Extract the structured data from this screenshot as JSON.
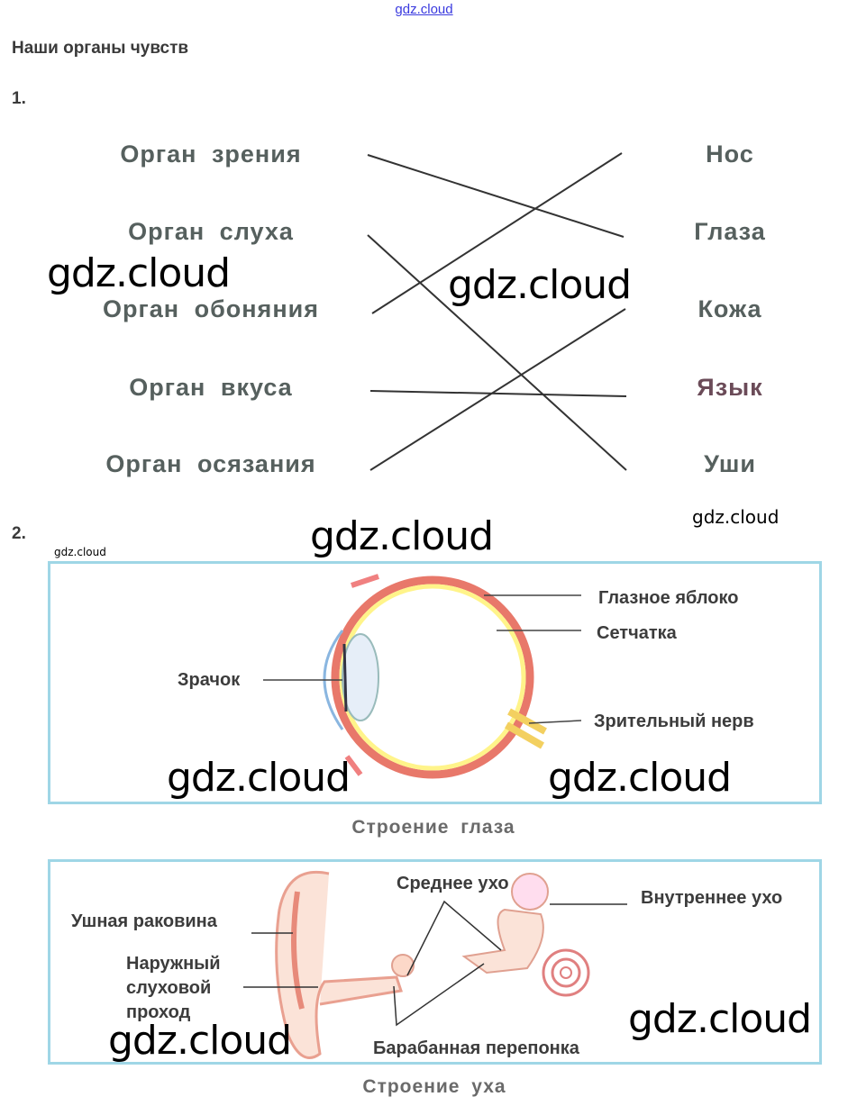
{
  "header": {
    "link": "gdz.cloud",
    "title": "Наши органы чувств"
  },
  "task1": {
    "number": "1.",
    "left": [
      "Орган зрения",
      "Орган слуха",
      "Орган обоняния",
      "Орган вкуса",
      "Орган осязания"
    ],
    "right": [
      "Нос",
      "Глаза",
      "Кожа",
      "Язык",
      "Уши"
    ],
    "matches": [
      [
        "Орган зрения",
        "Глаза"
      ],
      [
        "Орган слуха",
        "Уши"
      ],
      [
        "Орган обоняния",
        "Нос"
      ],
      [
        "Орган вкуса",
        "Язык"
      ],
      [
        "Орган осязания",
        "Кожа"
      ]
    ]
  },
  "task2": {
    "number": "2.",
    "eye": {
      "labels": [
        "Глазное яблоко",
        "Сетчатка",
        "Зрачок",
        "Зрительный нерв"
      ],
      "caption": "Строение глаза"
    },
    "ear": {
      "labels": [
        "Ушная раковина",
        "Наружный",
        "слуховой",
        "проход",
        "Среднее ухо",
        "Внутреннее ухо",
        "Барабанная перепонка"
      ],
      "caption": "Строение уха"
    }
  },
  "watermark": "gdz.cloud",
  "colors": {
    "frame": "#9fd6e6",
    "label": "#56605e",
    "link": "#3a3adf"
  }
}
